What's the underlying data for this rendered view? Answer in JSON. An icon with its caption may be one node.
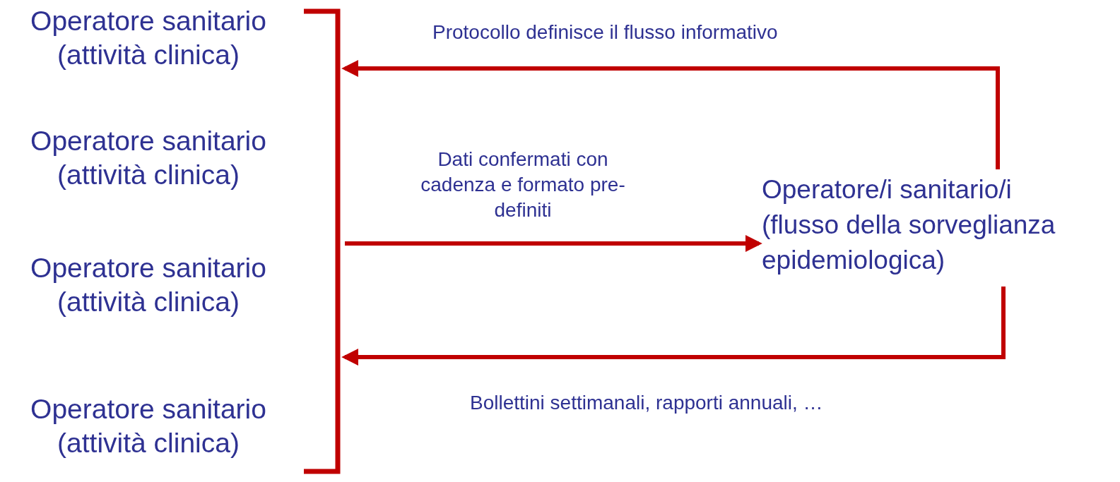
{
  "diagram": {
    "nodes": [
      {
        "text": [],
        "shape": "bracket"
      },
      {
        "text": [
          "Operatore/i sanitario/i (flusso della sorveglianza epidemiologica)"
        ]
      }
    ],
    "edges": [
      {
        "from": 1,
        "to": 0,
        "arrow": "to",
        "label": "Protocollo definisce il flusso informativo"
      },
      {
        "from": 0,
        "to": 1,
        "arrow": "to",
        "label": "Dati confermati con cadenza e formato pre-definiti"
      },
      {
        "from": 1,
        "to": 0,
        "arrow": "to",
        "label": "Bollettini settimanali, rapporti annuali, …"
      }
    ],
    "labels": [
      "Operatore sanitario (attività clinica)",
      "Operatore sanitario (attività clinica)",
      "Operatore sanitario (attività clinica)",
      "Operatore sanitario (attività clinica)"
    ]
  }
}
